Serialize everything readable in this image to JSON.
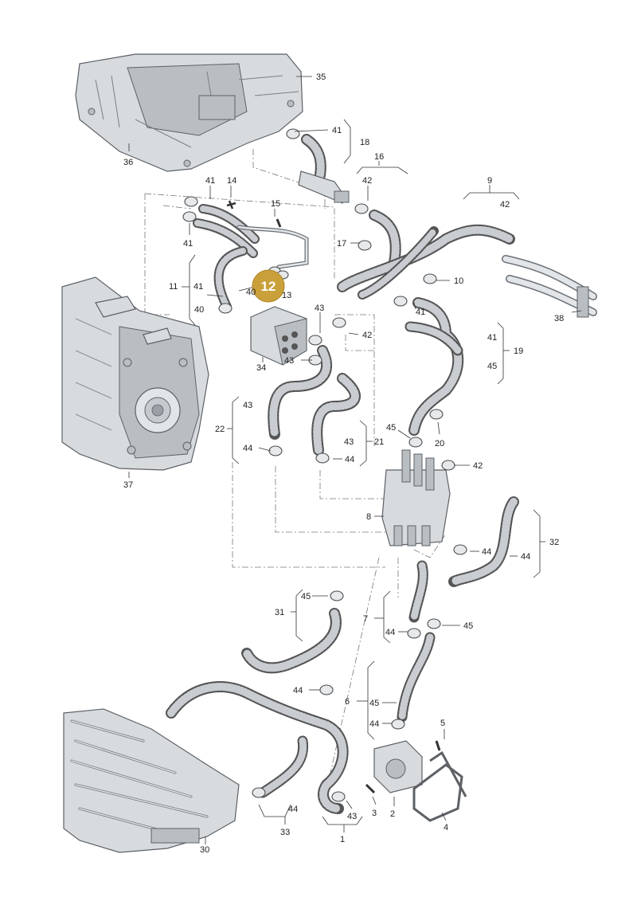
{
  "callout": {
    "number": "12",
    "color": "#c9a03a"
  },
  "labels": [
    {
      "id": "35",
      "text": "35"
    },
    {
      "id": "36",
      "text": "36"
    },
    {
      "id": "41a",
      "text": "41"
    },
    {
      "id": "18",
      "text": "18"
    },
    {
      "id": "16",
      "text": "16"
    },
    {
      "id": "9",
      "text": "9"
    },
    {
      "id": "42a",
      "text": "42"
    },
    {
      "id": "42b",
      "text": "42"
    },
    {
      "id": "41b",
      "text": "41"
    },
    {
      "id": "14",
      "text": "14"
    },
    {
      "id": "15",
      "text": "15"
    },
    {
      "id": "41c",
      "text": "41"
    },
    {
      "id": "17",
      "text": "17"
    },
    {
      "id": "10",
      "text": "10"
    },
    {
      "id": "11",
      "text": "11"
    },
    {
      "id": "41d",
      "text": "41"
    },
    {
      "id": "40a",
      "text": "40"
    },
    {
      "id": "40b",
      "text": "40"
    },
    {
      "id": "13",
      "text": "13"
    },
    {
      "id": "43a",
      "text": "43"
    },
    {
      "id": "38",
      "text": "38"
    },
    {
      "id": "41e",
      "text": "41"
    },
    {
      "id": "42c",
      "text": "42"
    },
    {
      "id": "34",
      "text": "34"
    },
    {
      "id": "43b",
      "text": "43"
    },
    {
      "id": "41f",
      "text": "41"
    },
    {
      "id": "19",
      "text": "19"
    },
    {
      "id": "45a",
      "text": "45"
    },
    {
      "id": "22",
      "text": "22"
    },
    {
      "id": "43c",
      "text": "43"
    },
    {
      "id": "45b",
      "text": "45"
    },
    {
      "id": "43d",
      "text": "43"
    },
    {
      "id": "21",
      "text": "21"
    },
    {
      "id": "20",
      "text": "20"
    },
    {
      "id": "44a",
      "text": "44"
    },
    {
      "id": "44b",
      "text": "44"
    },
    {
      "id": "42d",
      "text": "42"
    },
    {
      "id": "37",
      "text": "37"
    },
    {
      "id": "8",
      "text": "8"
    },
    {
      "id": "32",
      "text": "32"
    },
    {
      "id": "44c",
      "text": "44"
    },
    {
      "id": "44d",
      "text": "44"
    },
    {
      "id": "45c",
      "text": "45"
    },
    {
      "id": "31",
      "text": "31"
    },
    {
      "id": "7",
      "text": "7"
    },
    {
      "id": "45d",
      "text": "45"
    },
    {
      "id": "44e",
      "text": "44"
    },
    {
      "id": "44f",
      "text": "44"
    },
    {
      "id": "6",
      "text": "6"
    },
    {
      "id": "45e",
      "text": "45"
    },
    {
      "id": "44g",
      "text": "44"
    },
    {
      "id": "5",
      "text": "5"
    },
    {
      "id": "44h",
      "text": "44"
    },
    {
      "id": "33",
      "text": "33"
    },
    {
      "id": "43e",
      "text": "43"
    },
    {
      "id": "3",
      "text": "3"
    },
    {
      "id": "2",
      "text": "2"
    },
    {
      "id": "4",
      "text": "4"
    },
    {
      "id": "30",
      "text": "30"
    },
    {
      "id": "1",
      "text": "1"
    }
  ]
}
